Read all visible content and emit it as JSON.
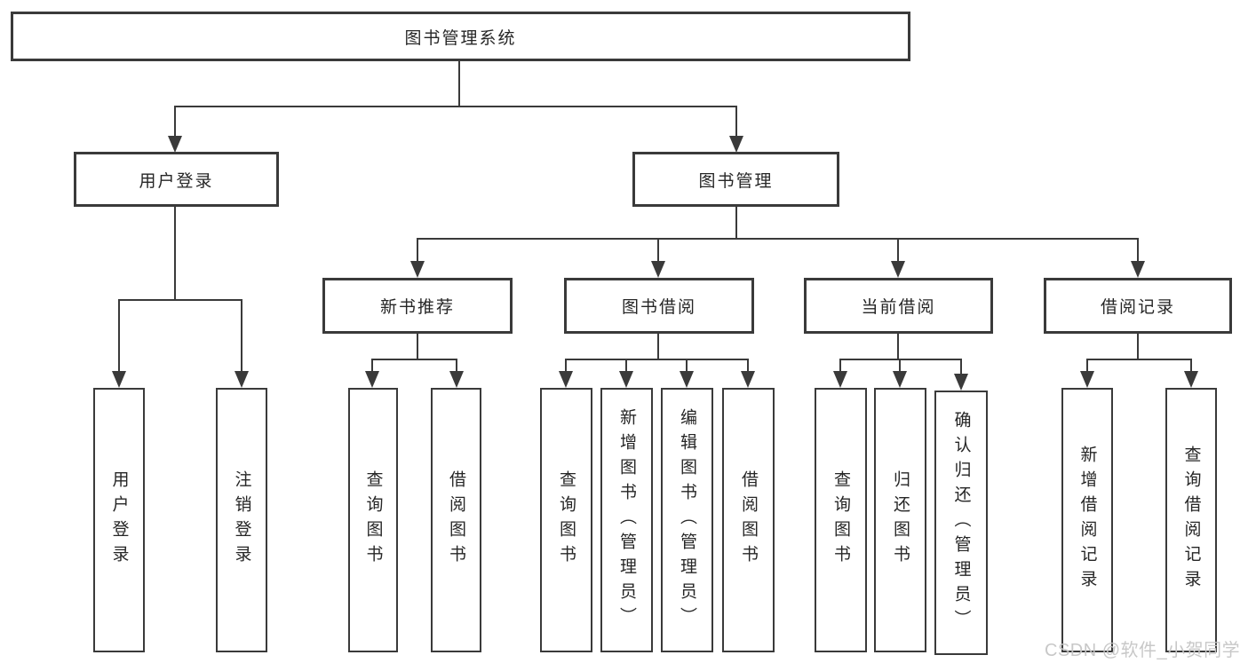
{
  "nodes": {
    "root": "图书管理系统",
    "user_login": "用户登录",
    "book_mgmt": "图书管理",
    "new_book_rec": "新书推荐",
    "book_borrow": "图书借阅",
    "current_borrow": "当前借阅",
    "borrow_record": "借阅记录"
  },
  "leaves": {
    "user_login": [
      "用户登录",
      "注销登录"
    ],
    "new_book_rec": [
      "查询图书",
      "借阅图书"
    ],
    "book_borrow": [
      "查询图书",
      "新增图书（管理员）",
      "编辑图书（管理员）",
      "借阅图书"
    ],
    "current_borrow": [
      "查询图书",
      "归还图书",
      "确认归还（管理员）"
    ],
    "borrow_record": [
      "新增借阅记录",
      "查询借阅记录"
    ]
  },
  "watermark": "CSDN @软件_小贺同学",
  "colors": {
    "line": "#3a3a3a",
    "border": "#3a3a3a",
    "text": "#262626",
    "watermark": "#c5c5c5",
    "background": "#ffffff"
  }
}
